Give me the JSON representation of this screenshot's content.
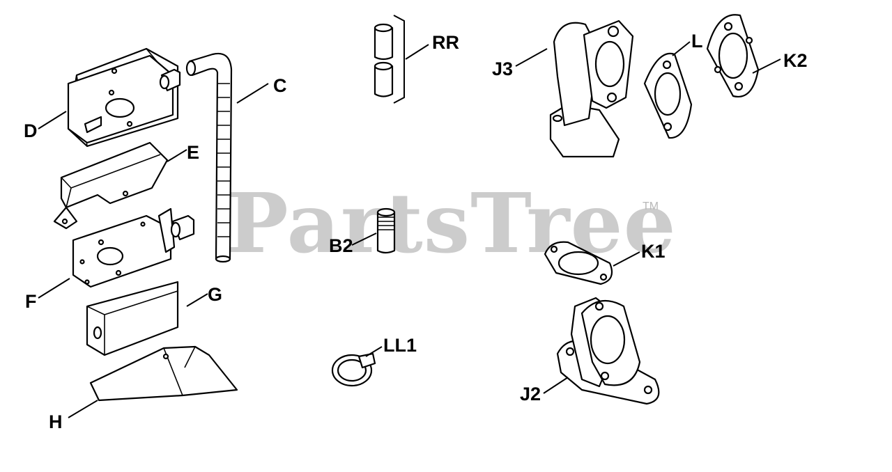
{
  "watermark": {
    "text": "PartsTree",
    "trademark": "TM"
  },
  "labels": {
    "D": "D",
    "E": "E",
    "F": "F",
    "G": "G",
    "H": "H",
    "C": "C",
    "RR": "RR",
    "B2": "B2",
    "LL1": "LL1",
    "J3": "J3",
    "L": "L",
    "K2": "K2",
    "K1": "K1",
    "J2": "J2"
  }
}
